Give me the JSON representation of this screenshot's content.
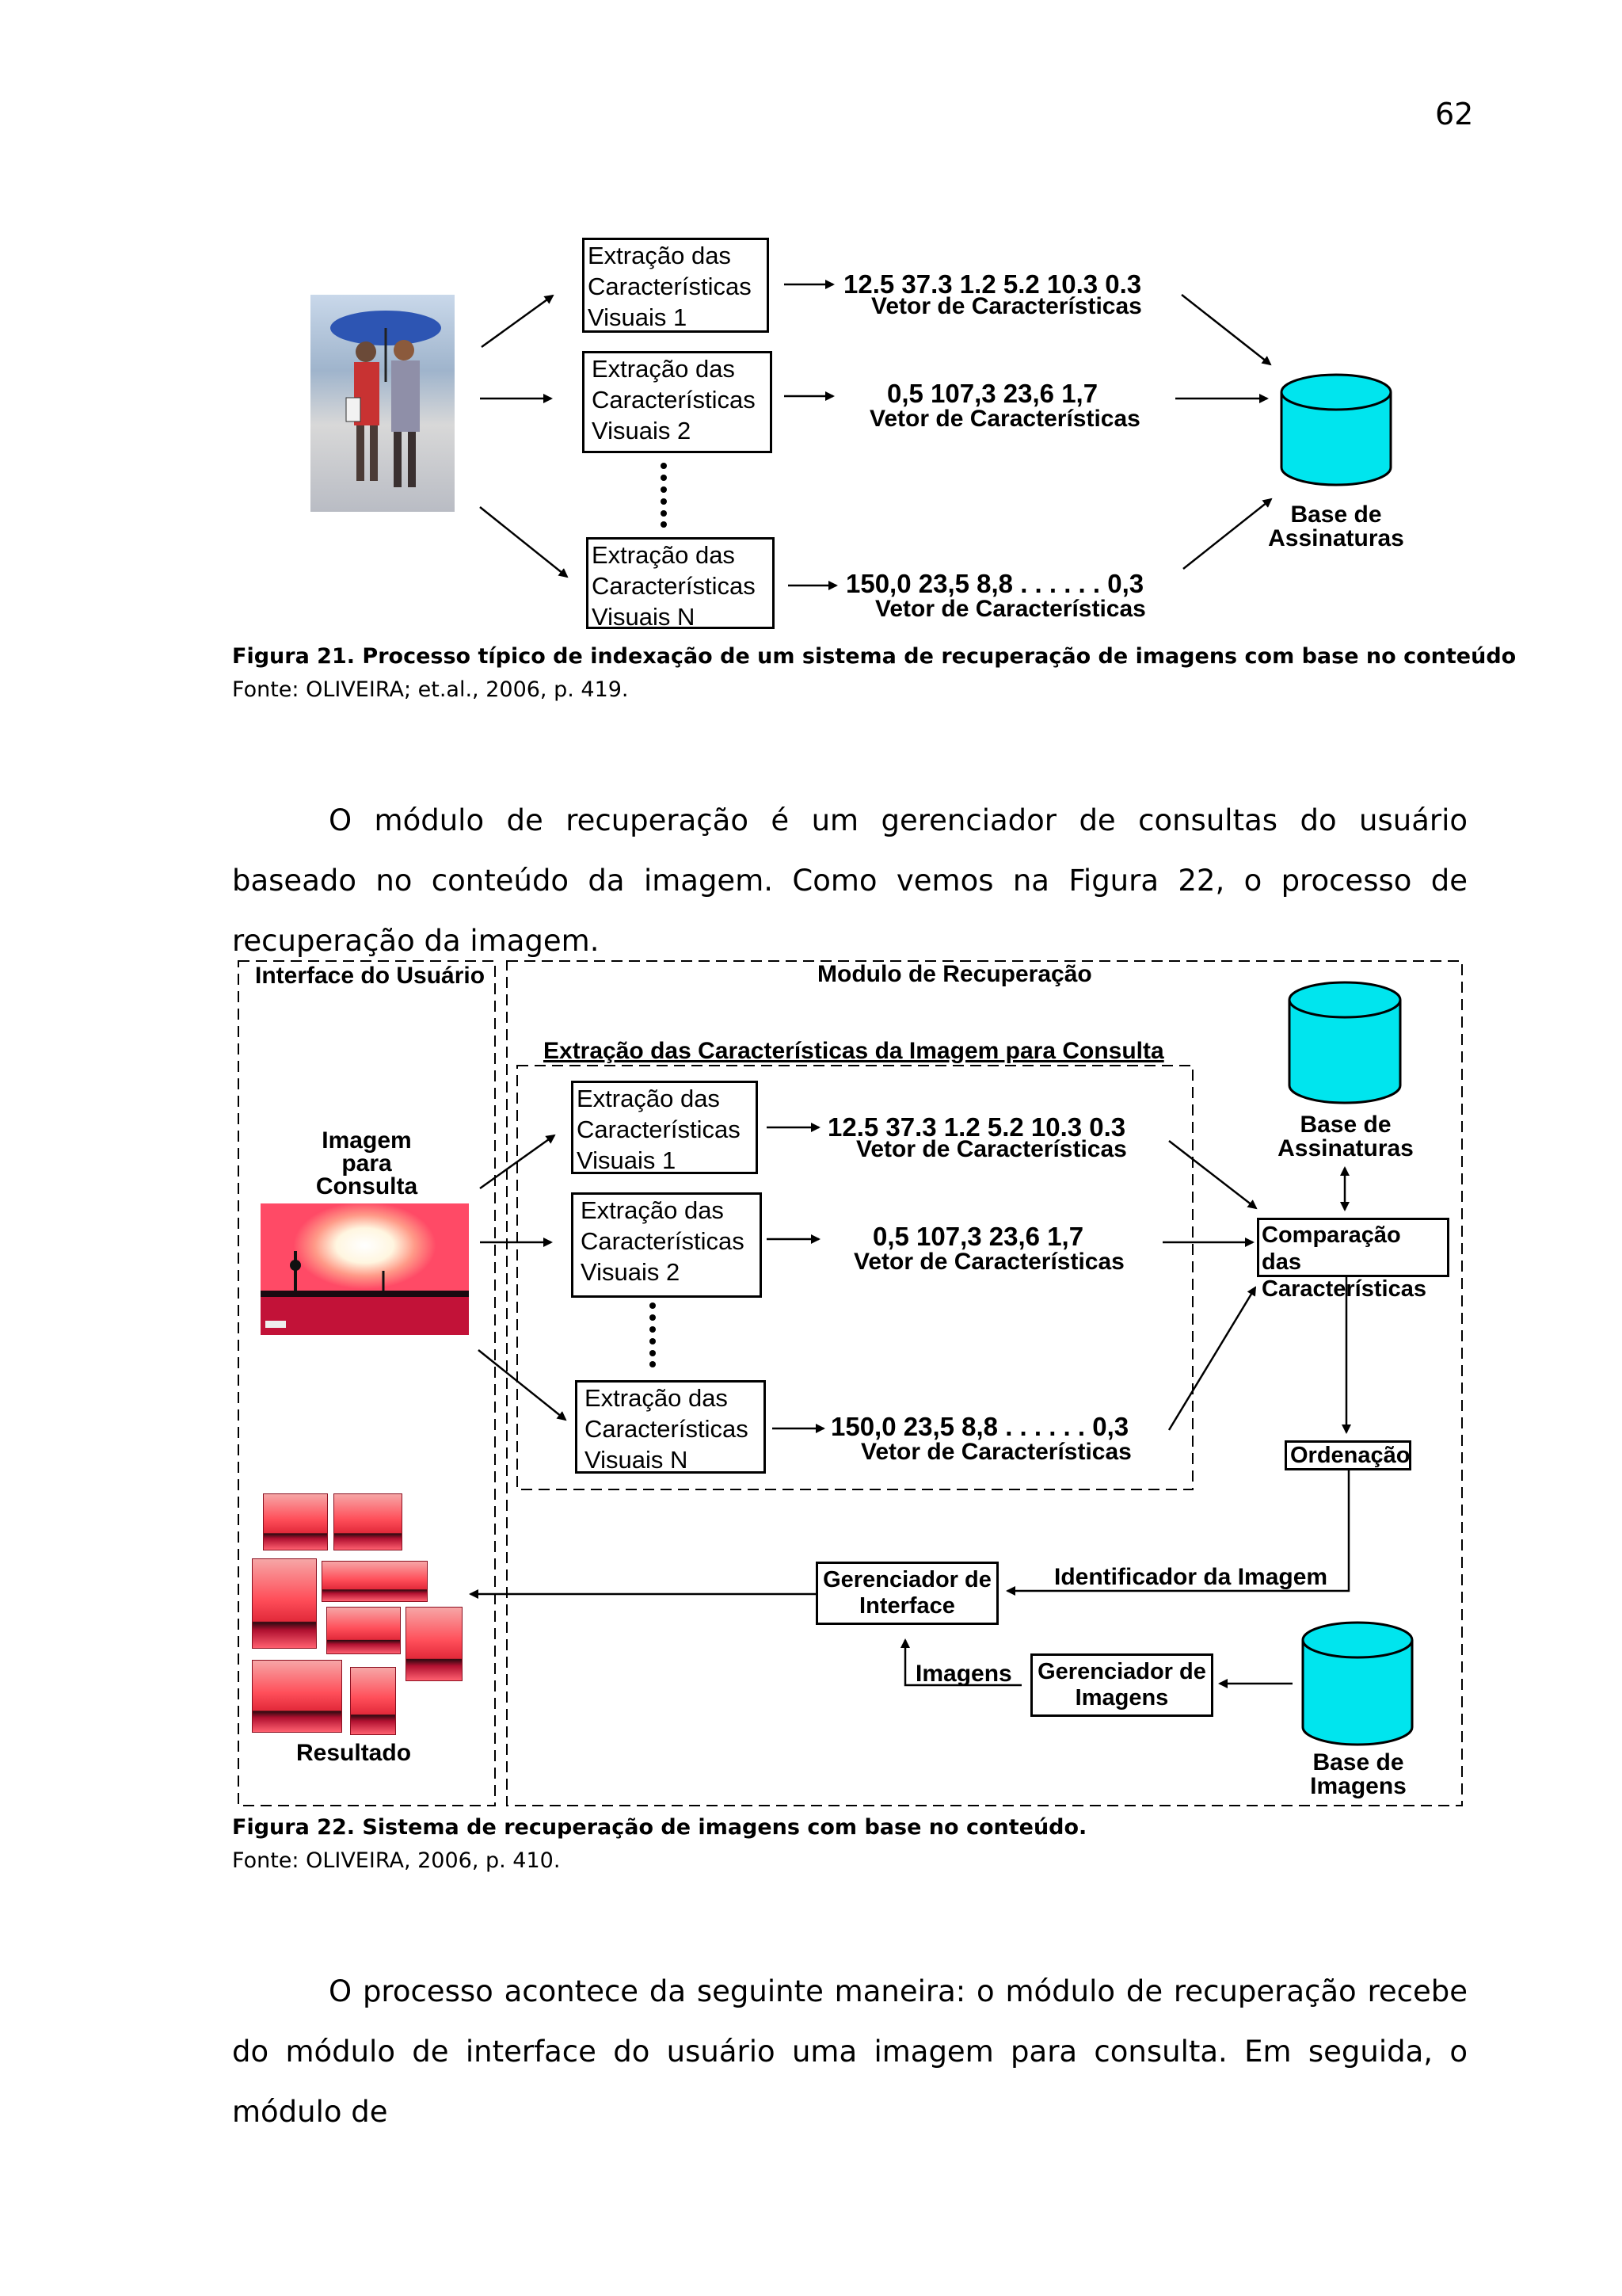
{
  "page_number": "62",
  "figure21": {
    "boxes": [
      "Extração das\nCaracterísticas\nVisuais 1",
      "Extração das\nCaracterísticas\nVisuais 2",
      "Extração das\nCaracterísticas\nVisuais N"
    ],
    "vectors": [
      "12.5  37.3  1.2  5.2  10.3  0.3",
      "0,5  107,3  23,6  1,7",
      "150,0  23,5  8,8  . . . . . .  0,3"
    ],
    "vector_label": "Vetor de Características",
    "db_label": "Base de\nAssinaturas",
    "caption": "Figura 21. Processo típico de indexação de um sistema de recuperação de imagens com base no conteúdo",
    "source": "Fonte: OLIVEIRA; et.al., 2006, p. 419."
  },
  "paragraph1": "O módulo de recuperação é um gerenciador de consultas do usuário baseado no conteúdo da imagem.  Como vemos na Figura 22, o processo de recuperação da imagem.",
  "figure22": {
    "interface_title": "Interface do Usuário",
    "module_title": "Modulo de Recuperação",
    "extraction_title": "Extração das Características da Imagem para Consulta",
    "query_label": "Imagem\npara\nConsulta",
    "result_label": "Resultado",
    "boxes": [
      "Extração das\nCaracterísticas\nVisuais 1",
      "Extração das\nCaracterísticas\nVisuais 2",
      "Extração das\nCaracterísticas\nVisuais N"
    ],
    "vectors": [
      "12.5  37.3  1.2  5.2  10.3  0.3",
      "0,5  107,3  23,6  1,7",
      "150,0  23,5  8,8  . . . . . .  0,3"
    ],
    "vector_label": "Vetor de Características",
    "db_signatures": "Base de\nAssinaturas",
    "comparison": "Comparação das\nCaracterísticas",
    "ordering": "Ordenação",
    "image_id": "Identificador da Imagem",
    "interface_manager": "Gerenciador de\nInterface",
    "images_label": "Imagens",
    "image_manager": "Gerenciador de\nImagens",
    "db_images": "Base de\nImagens",
    "caption": "Figura 22. Sistema de recuperação de imagens com base no conteúdo.",
    "source": "Fonte: OLIVEIRA, 2006, p. 410."
  },
  "paragraph2": "O processo acontece da seguinte maneira: o módulo de recuperação recebe do módulo de interface do usuário uma imagem para consulta. Em seguida, o módulo de",
  "colors": {
    "db_fill": "#00e5ee",
    "sunset_red": "#e8283c"
  }
}
